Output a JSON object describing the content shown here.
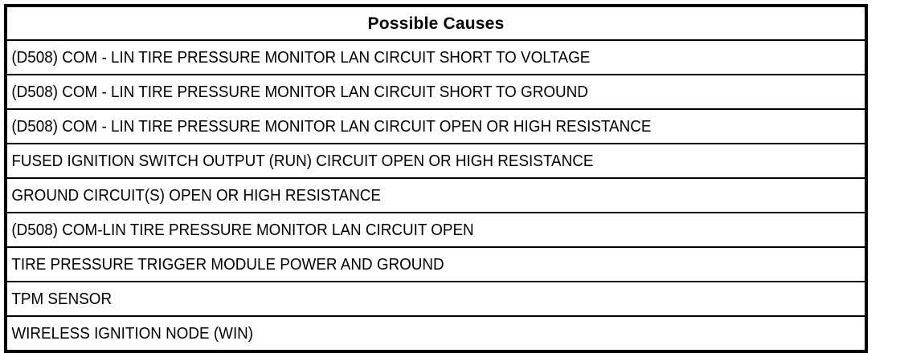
{
  "table": {
    "title": "Possible Causes",
    "header": "Possible Causes",
    "columns": [
      "Possible Causes"
    ],
    "rows": [
      {
        "cause": "(D508) COM - LIN TIRE PRESSURE MONITOR LAN CIRCUIT SHORT TO VOLTAGE"
      },
      {
        "cause": "(D508) COM - LIN TIRE PRESSURE MONITOR LAN CIRCUIT SHORT TO GROUND"
      },
      {
        "cause": "(D508) COM - LIN TIRE PRESSURE MONITOR LAN CIRCUIT OPEN OR HIGH RESISTANCE"
      },
      {
        "cause": "FUSED IGNITION SWITCH OUTPUT (RUN) CIRCUIT OPEN OR HIGH RESISTANCE"
      },
      {
        "cause": "GROUND CIRCUIT(S) OPEN OR HIGH RESISTANCE"
      },
      {
        "cause": "(D508) COM-LIN TIRE PRESSURE MONITOR LAN CIRCUIT OPEN"
      },
      {
        "cause": "TIRE PRESSURE TRIGGER MODULE POWER AND GROUND"
      },
      {
        "cause": "TPM SENSOR"
      },
      {
        "cause": "WIRELESS IGNITION NODE (WIN)"
      }
    ],
    "row_count": 9,
    "colors": {
      "border": "#000000",
      "background": "#ffffff",
      "text": "#000000"
    }
  }
}
